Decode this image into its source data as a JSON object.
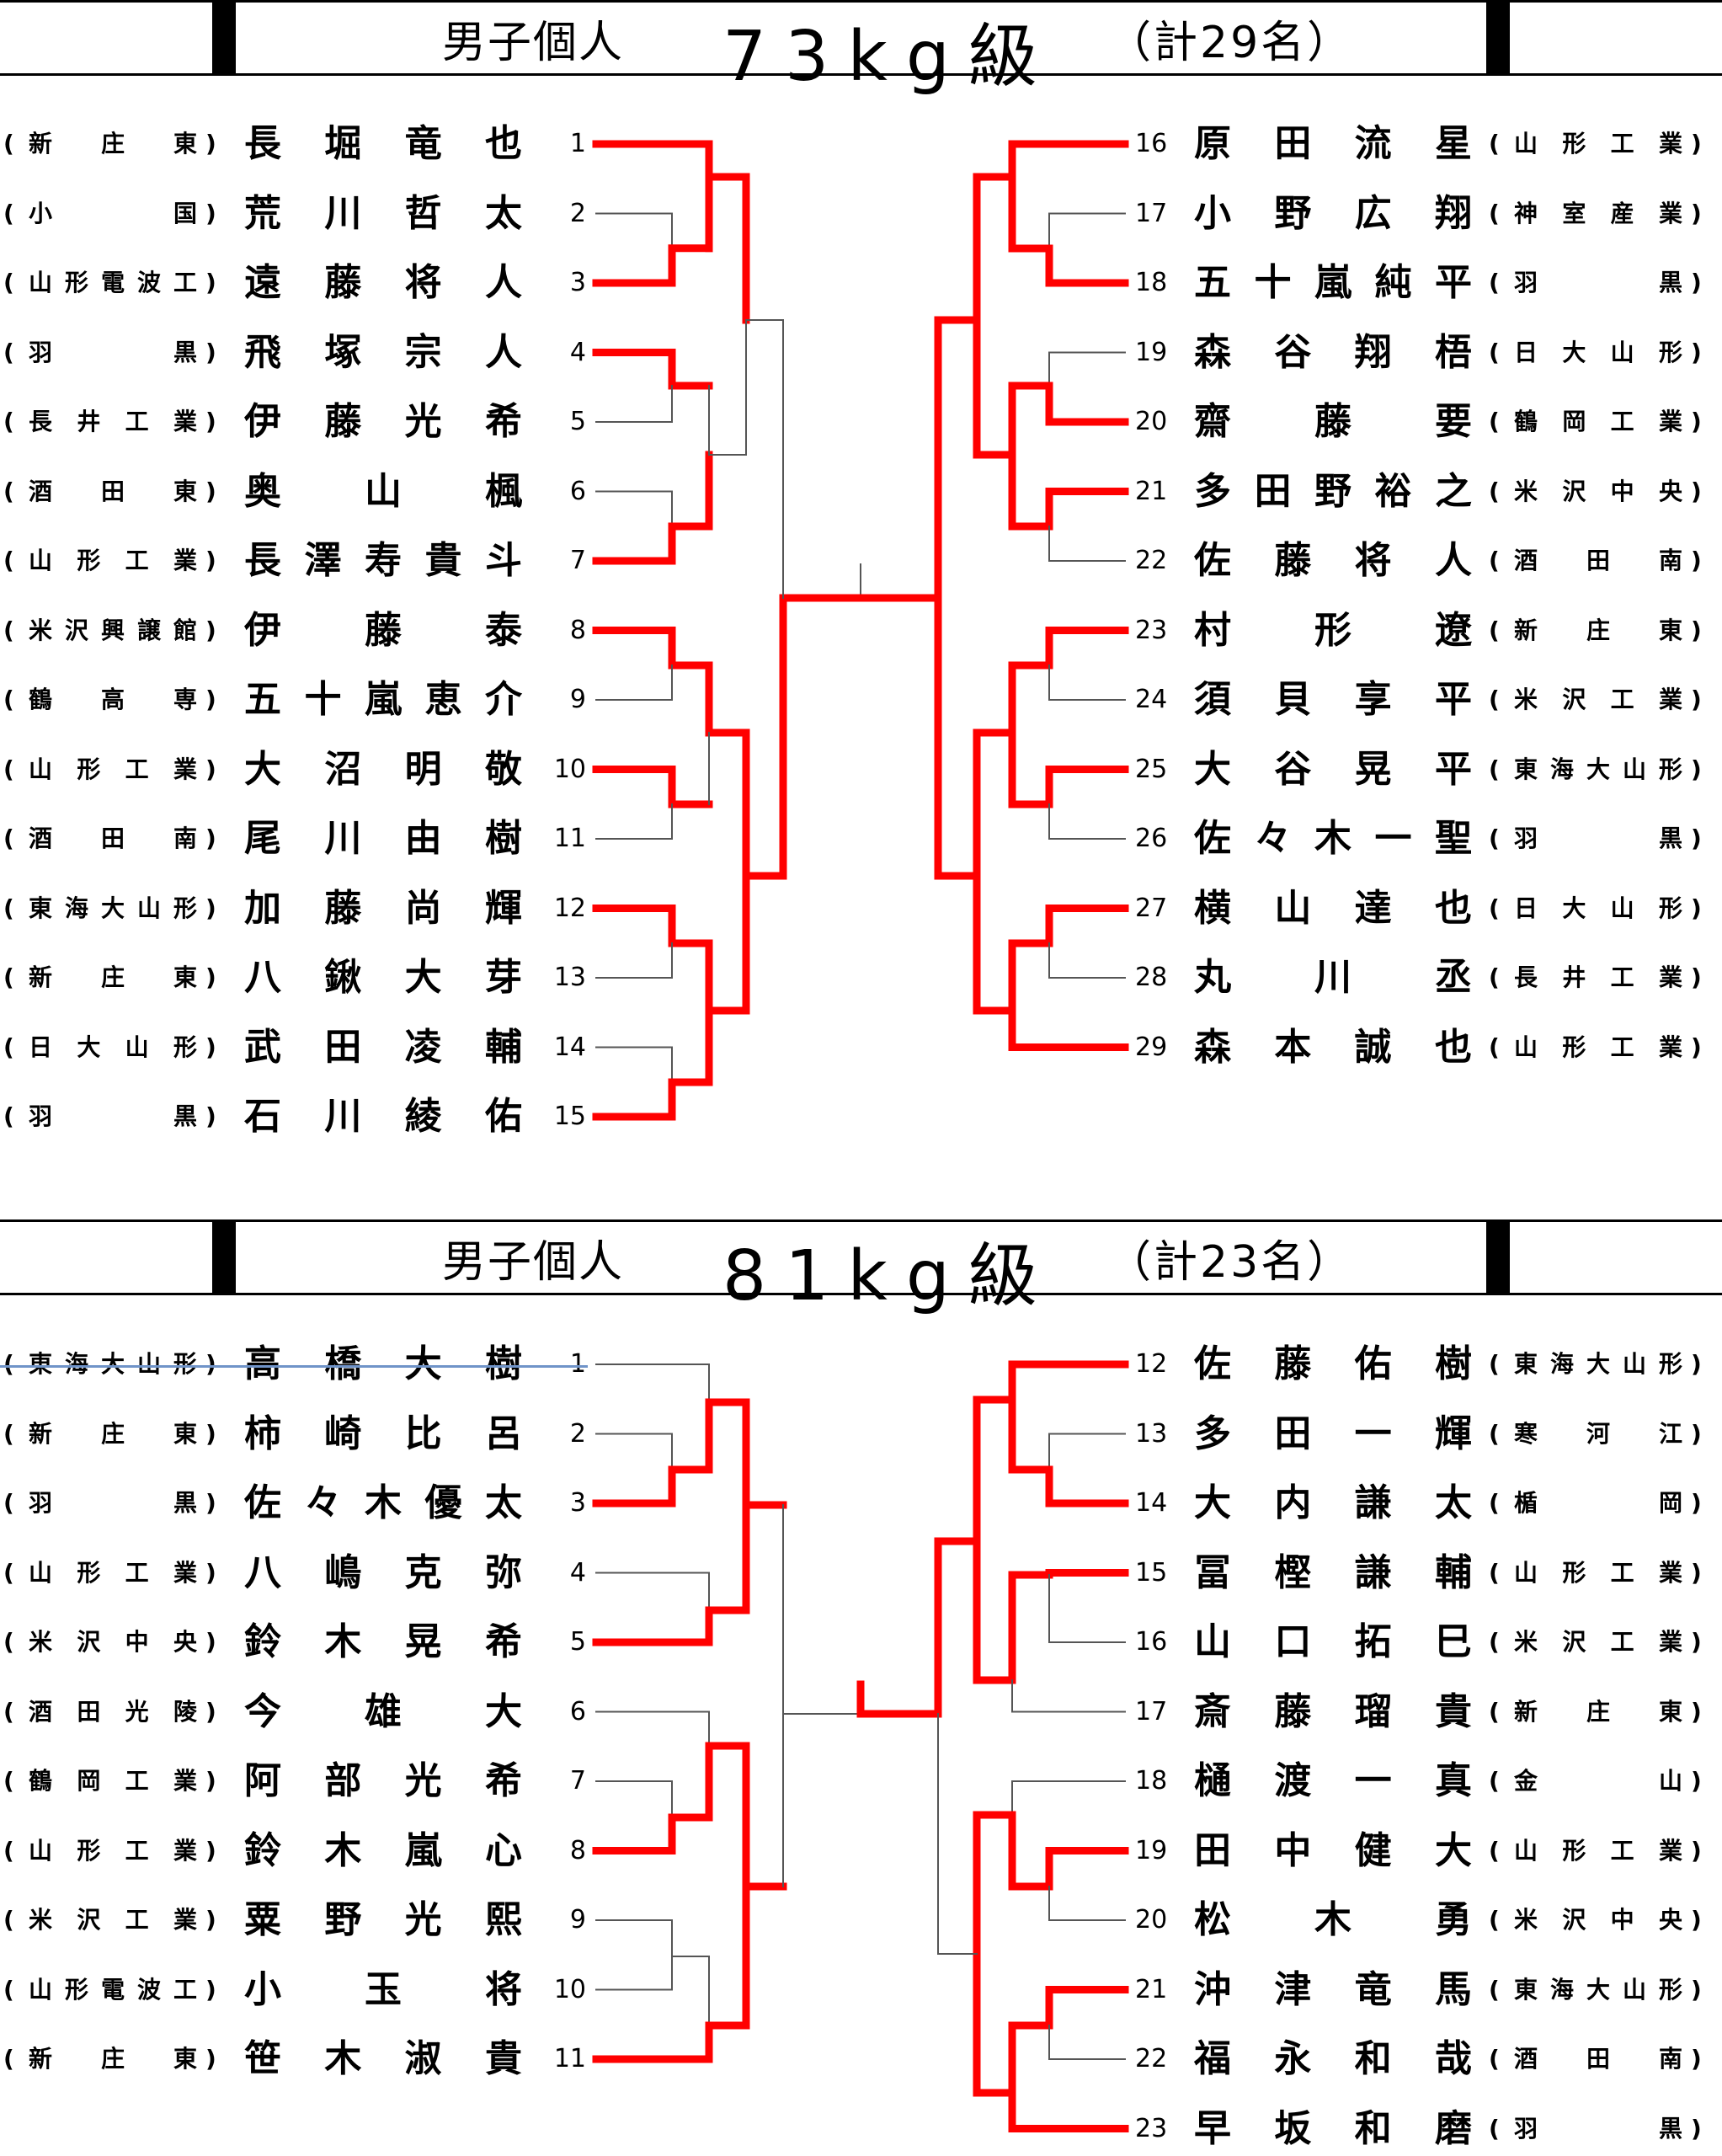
{
  "colors": {
    "win": "#ff0000",
    "line": "#555555",
    "strike": "#6f93c8"
  },
  "brackets": [
    {
      "header": {
        "category": "男子個人",
        "weight": "73kg級",
        "count": "（計29名）"
      },
      "left": [
        {
          "no": "1",
          "name": "長堀竜也",
          "school": "新庄東"
        },
        {
          "no": "2",
          "name": "荒川哲太",
          "school": "小国"
        },
        {
          "no": "3",
          "name": "遠藤将人",
          "school": "山形電波工"
        },
        {
          "no": "4",
          "name": "飛塚宗人",
          "school": "羽黒"
        },
        {
          "no": "5",
          "name": "伊藤光希",
          "school": "長井工業"
        },
        {
          "no": "6",
          "name": "奥山楓",
          "school": "酒田東"
        },
        {
          "no": "7",
          "name": "長澤寿貴斗",
          "school": "山形工業"
        },
        {
          "no": "8",
          "name": "伊藤泰",
          "school": "米沢興譲館"
        },
        {
          "no": "9",
          "name": "五十嵐恵介",
          "school": "鶴高専"
        },
        {
          "no": "10",
          "name": "大沼明敬",
          "school": "山形工業"
        },
        {
          "no": "11",
          "name": "尾川由樹",
          "school": "酒田南"
        },
        {
          "no": "12",
          "name": "加藤尚輝",
          "school": "東海大山形"
        },
        {
          "no": "13",
          "name": "八鍬大芽",
          "school": "新庄東"
        },
        {
          "no": "14",
          "name": "武田凌輔",
          "school": "日大山形"
        },
        {
          "no": "15",
          "name": "石川綾佑",
          "school": "羽黒"
        }
      ],
      "right": [
        {
          "no": "16",
          "name": "原田流星",
          "school": "山形工業"
        },
        {
          "no": "17",
          "name": "小野広翔",
          "school": "神室産業"
        },
        {
          "no": "18",
          "name": "五十嵐純平",
          "school": "羽黒"
        },
        {
          "no": "19",
          "name": "森谷翔梧",
          "school": "日大山形"
        },
        {
          "no": "20",
          "name": "齋藤要",
          "school": "鶴岡工業"
        },
        {
          "no": "21",
          "name": "多田野裕之",
          "school": "米沢中央"
        },
        {
          "no": "22",
          "name": "佐藤将人",
          "school": "酒田南"
        },
        {
          "no": "23",
          "name": "村形遼",
          "school": "新庄東"
        },
        {
          "no": "24",
          "name": "須貝享平",
          "school": "米沢工業"
        },
        {
          "no": "25",
          "name": "大谷晃平",
          "school": "東海大山形"
        },
        {
          "no": "26",
          "name": "佐々木一聖",
          "school": "羽黒"
        },
        {
          "no": "27",
          "name": "横山達也",
          "school": "日大山形"
        },
        {
          "no": "28",
          "name": "丸川丞",
          "school": "長井工業"
        },
        {
          "no": "29",
          "name": "森本誠也",
          "school": "山形工業"
        }
      ]
    },
    {
      "header": {
        "category": "男子個人",
        "weight": "81kg級",
        "count": "（計23名）"
      },
      "left": [
        {
          "no": "1",
          "name": "高橋大樹",
          "school": "東海大山形",
          "withdrawn": true
        },
        {
          "no": "2",
          "name": "柿崎比呂",
          "school": "新庄東"
        },
        {
          "no": "3",
          "name": "佐々木優太",
          "school": "羽黒"
        },
        {
          "no": "4",
          "name": "八嶋克弥",
          "school": "山形工業"
        },
        {
          "no": "5",
          "name": "鈴木晃希",
          "school": "米沢中央"
        },
        {
          "no": "6",
          "name": "今雄大",
          "school": "酒田光陵"
        },
        {
          "no": "7",
          "name": "阿部光希",
          "school": "鶴岡工業"
        },
        {
          "no": "8",
          "name": "鈴木嵐心",
          "school": "山形工業"
        },
        {
          "no": "9",
          "name": "粟野光熙",
          "school": "米沢工業"
        },
        {
          "no": "10",
          "name": "小玉将",
          "school": "山形電波工"
        },
        {
          "no": "11",
          "name": "笹木淑貴",
          "school": "新庄東"
        }
      ],
      "right": [
        {
          "no": "12",
          "name": "佐藤佑樹",
          "school": "東海大山形"
        },
        {
          "no": "13",
          "name": "多田一輝",
          "school": "寒河江"
        },
        {
          "no": "14",
          "name": "大内謙太",
          "school": "楯岡"
        },
        {
          "no": "15",
          "name": "冨樫謙輔",
          "school": "山形工業"
        },
        {
          "no": "16",
          "name": "山口拓巳",
          "school": "米沢工業"
        },
        {
          "no": "17",
          "name": "斎藤瑠貴",
          "school": "新庄東"
        },
        {
          "no": "18",
          "name": "樋渡一真",
          "school": "金山"
        },
        {
          "no": "19",
          "name": "田中健大",
          "school": "山形工業"
        },
        {
          "no": "20",
          "name": "松木勇",
          "school": "米沢中央"
        },
        {
          "no": "21",
          "name": "沖津竜馬",
          "school": "東海大山形"
        },
        {
          "no": "22",
          "name": "福永和哉",
          "school": "酒田南"
        },
        {
          "no": "23",
          "name": "早坂和磨",
          "school": "羽黒"
        }
      ]
    }
  ]
}
